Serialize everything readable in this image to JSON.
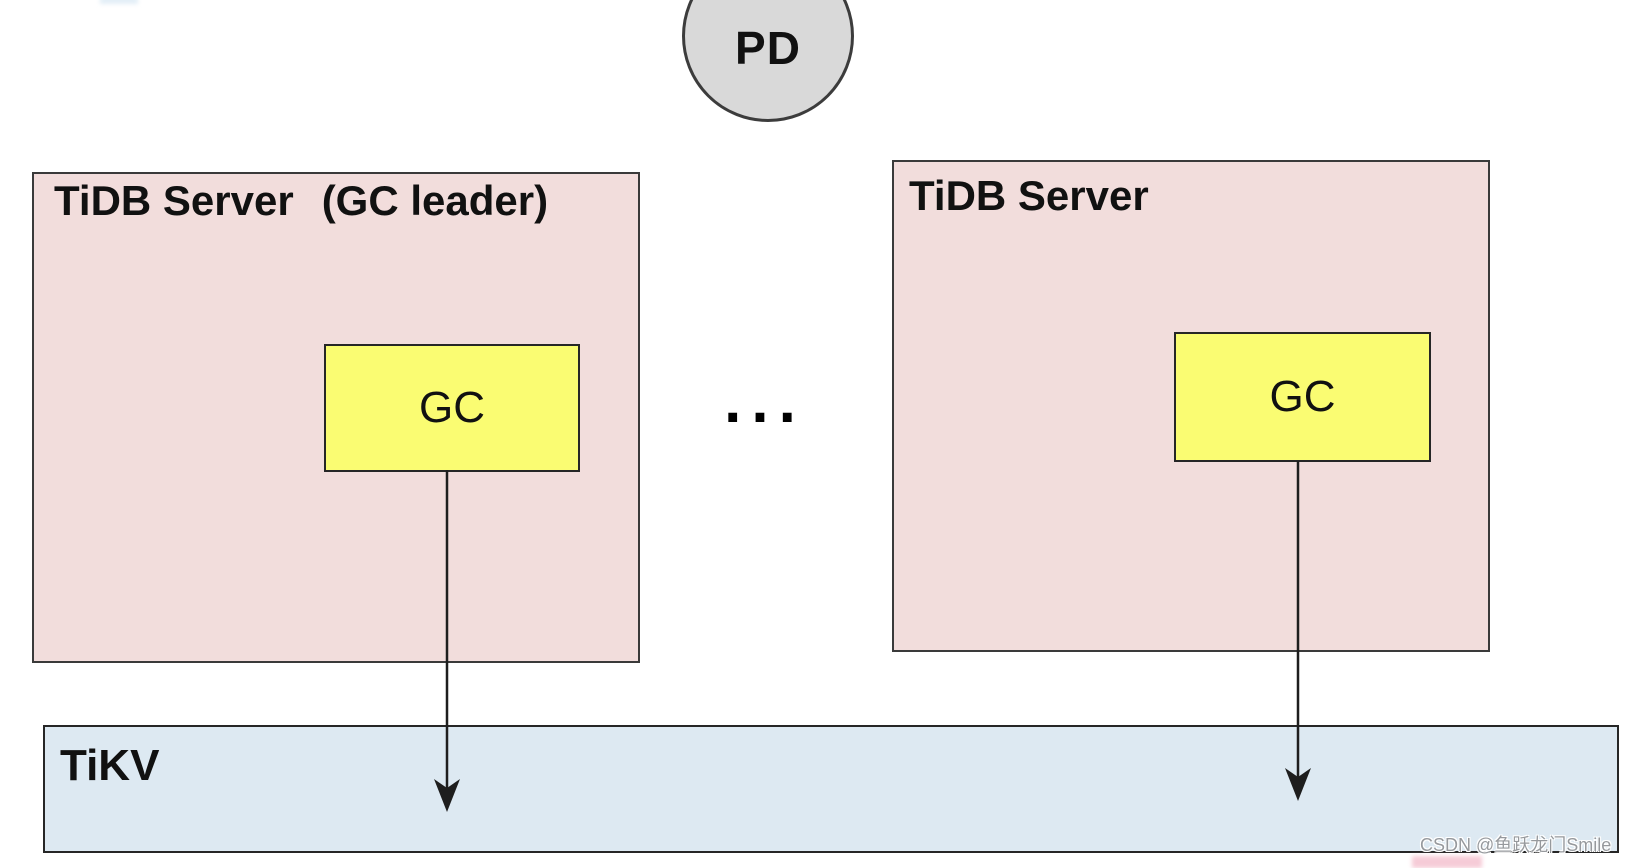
{
  "diagram": {
    "pd": {
      "label": "PD"
    },
    "tidb_leader": {
      "title": "TiDB Server",
      "title_suffix": "(GC leader)",
      "gc_label": "GC"
    },
    "tidb_other": {
      "title": "TiDB Server",
      "gc_label": "GC"
    },
    "ellipsis": "...",
    "tikv": {
      "label": "TiKV"
    },
    "watermark": "CSDN @鱼跃龙门Smile",
    "colors": {
      "node_pink": "#f2dddc",
      "node_yellow": "#fafc72",
      "node_blue": "#dde9f2",
      "node_gray": "#d9d9d9",
      "border": "#3a3a3a"
    }
  }
}
